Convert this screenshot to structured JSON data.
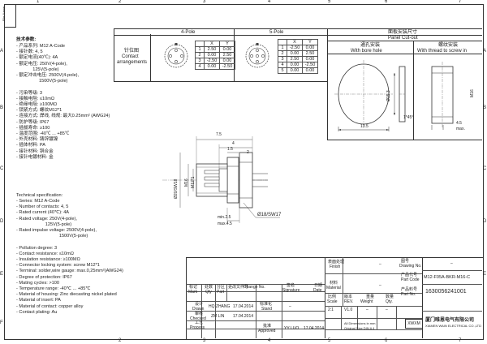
{
  "border": {
    "col_numbers": [
      "1",
      "2",
      "3",
      "4",
      "5",
      "6",
      "7"
    ],
    "row_letters": [
      "A",
      "B",
      "C",
      "D",
      "E",
      "F"
    ]
  },
  "revision_stamp": [
    "文件",
    "编号",
    "File Name"
  ],
  "header": {
    "pole4": "4-Pole",
    "pole5": "5-Pole",
    "panel_cn": "面板安装尺寸",
    "panel_en": "Panel Cut-out",
    "bore_cn": "通孔安装",
    "bore_en": "With bore hole",
    "thread_cn": "螺纹安装",
    "thread_en": "With thread to screw in"
  },
  "pin_label": {
    "cn": "针位图",
    "en1": "Contact",
    "en2": "arrangements"
  },
  "pin4_table": {
    "headers": [
      "",
      "X",
      "Y"
    ],
    "rows": [
      [
        "1",
        "2.50",
        "0.00"
      ],
      [
        "2",
        "0.00",
        "2.50"
      ],
      [
        "3",
        "-2.50",
        "0.00"
      ],
      [
        "4",
        "0.00",
        "-2.50"
      ]
    ]
  },
  "pin5_table": {
    "headers": [
      "",
      "X",
      "Y"
    ],
    "rows": [
      [
        "1",
        "-2.50",
        "0.00"
      ],
      [
        "2",
        "0.00",
        "2.50"
      ],
      [
        "3",
        "2.50",
        "0.00"
      ],
      [
        "4",
        "0.00",
        "-2.50"
      ],
      [
        "5",
        "0.00",
        "0.00"
      ]
    ]
  },
  "spec_cn": {
    "title": "技术参数:",
    "lines": [
      "- 产品系列: M12 A-Code",
      "- 接针数: 4, 5",
      "- 额定电流(40℃): 4A",
      "- 额定电压: 250V(4-pole),",
      "             125V(5-pole)",
      "- 额定冲击电压: 2500V(4-pole),",
      "                  1500V(5-pole)",
      "",
      "- 污染等级: 3",
      "- 接触电阻: ≤10mΩ",
      "- 绝缘电阻: ≥100MΩ",
      "- 锁紧方式: 螺纹M12*1",
      "- 连接方式: 焊线, 线规: 最大0.25mm² (AWG24)",
      "- 防护等级: IP67",
      "- 插拔寿命: ≥100",
      "- 温度范围: -40℃ ... +85℃",
      "- 外壳材料: 铸锌镀镍",
      "- 插体材料: PA",
      "- 接针材料: 铜合金",
      "- 接针电镀材料: 金"
    ]
  },
  "spec_en": {
    "title": "Technical specification:",
    "lines": [
      "- Series: M12 A-Code",
      "- Number of contacts: 4, 5",
      "- Rated current (40℃): 4A",
      "- Rated voltage: 250V(4-pole),",
      "                       125V(5-pole)",
      "- Rated impulse voltage: 2500V(4-pole),",
      "                                  1500V(5-pole)",
      "",
      "- Pollution degree: 3",
      "- Contact resistance: ≤10mΩ",
      "- Insulation resistance: ≥100MΩ",
      "- Connector locking system: screw M12*1",
      "- Terminal: solder,wire gauge: max.0,25mm²(AWG24)",
      "- Degree of protection: IP67",
      "- Mating cycles: >100",
      "- Temperature range: -40℃ ... +85℃",
      "- Material of housing: Zinc diecasting nickel plated",
      "- Material of insert: PA",
      "- Material of contact: copper alloy",
      "- Contact plating: Au"
    ]
  },
  "dims": {
    "d75": "7.5",
    "d4": "4",
    "d15": "1.5",
    "d2": "2",
    "m16": "M16",
    "m12": "M12*1",
    "d20": "Ø20/SW18",
    "min25": "min.2.5",
    "max45": "max.4.5",
    "d18": "Ø18/SW17",
    "d153": "Ø15.3",
    "d135": "13.5",
    "c1": "1*45°",
    "m16b": "M16",
    "d45": "4.5",
    "max": "max."
  },
  "title_block": {
    "rev_label_cn": "标记",
    "rev_label_en": "Mark",
    "qty_cn": "处数",
    "qty_en": "Qty",
    "sub_cn": "分区",
    "sub_en": "Part",
    "change_cn": "更改文件号",
    "change_en": "Change No.",
    "sign_cn": "签名",
    "sign_en": "Signature",
    "date_cn": "日期",
    "date_en": "Date",
    "design_cn": "设计",
    "design_en": "Drawn",
    "design_name": "HQ ZHANG",
    "design_date": "17.04.2014",
    "check_cn": "审核",
    "check_en": "Checked",
    "check_name": "ZM LIN",
    "check_date": "17.04.2014",
    "process_cn": "工艺",
    "process_en": "Process",
    "approve_cn": "批准",
    "approve_en": "Approved",
    "approve_name": "YY LUO",
    "approve_date": "17.04.2014",
    "std_cn": "标准化",
    "std_en": "Stand",
    "finish_cn": "表面处理",
    "finish_en": "Finish",
    "finish_val": "–",
    "material_cn": "材料",
    "material_en": "Material",
    "material_val": "–",
    "scale_cn": "比例",
    "scale_en": "Scale",
    "scale_val": "2:1",
    "rev_cn": "版本",
    "rev_en": "REV.",
    "rev_val": "V1.0",
    "weight_cn": "重量",
    "weight_en": "Weight",
    "weight_val": "–",
    "qty2_cn": "数量",
    "qty2_en": "Qty.",
    "qty2_val": "–",
    "drawing_cn": "图号",
    "drawing_en": "Drawing No.",
    "drawing_val": "–",
    "partcode_cn": "产品代号",
    "partcode_en": "Part Code",
    "partcode_val": "M12-F05A-BKR-M16-C",
    "partno_cn": "产品料号",
    "partno_en": "Part No.",
    "partno_val": "1630056241001",
    "dim_note1": "All Dimensions in mm",
    "dim_note2": "Original Size DIN A 4",
    "company_logo": "XWXM",
    "company_cn": "厦门唯恩电气有限公司",
    "company_en": "XIAMEN WAIN ELECTRICAL CO.,LTD"
  }
}
